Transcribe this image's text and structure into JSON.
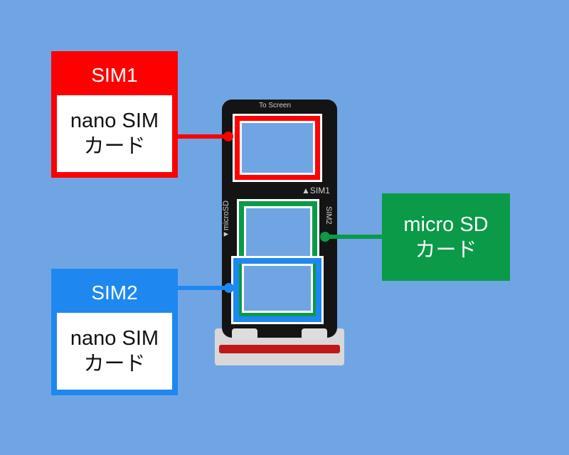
{
  "sim1": {
    "title": "SIM1",
    "line1": "nano SIM",
    "line2": "カード",
    "color": "#ff0000"
  },
  "sim2": {
    "title": "SIM2",
    "line1": "nano SIM",
    "line2": "カード",
    "color": "#1e88f0"
  },
  "microsd": {
    "line1": "micro SD",
    "line2": "カード",
    "color": "#0a9a48"
  },
  "tray": {
    "top_text": "To Screen",
    "sim1_text": "▲SIM1",
    "sim2_text": "SIM2",
    "microsd_text": "▼microSD"
  }
}
